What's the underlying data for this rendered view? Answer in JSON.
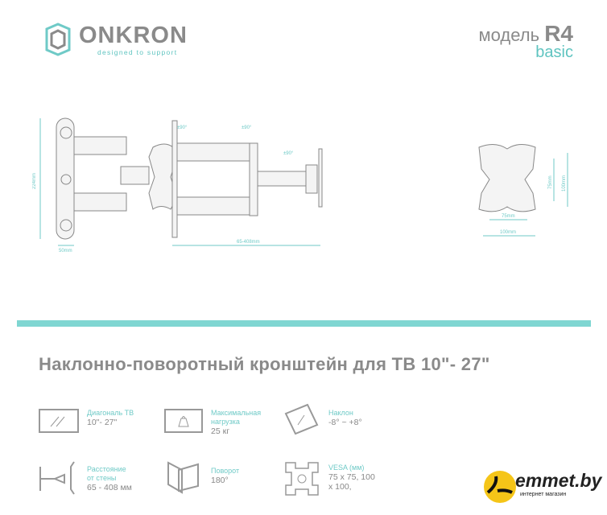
{
  "header": {
    "brand": "ONKRON",
    "tagline": "designed to support",
    "model_label": "модель",
    "model_name": "R4",
    "model_variant": "basic"
  },
  "drawings": {
    "height_dim": "224mm",
    "depth_dim": "50mm",
    "extension_dim": "65-408mm",
    "swivel_labels": [
      "±90°",
      "±90°",
      "±90°"
    ],
    "vesa_small": "75mm",
    "vesa_large": "100mm",
    "vesa_small_v": "75mm",
    "vesa_large_v": "100mm"
  },
  "title": "Наклонно-поворотный кронштейн для ТВ 10\"- 27\"",
  "specs": [
    {
      "label": "Диагональ ТВ",
      "value": "10\"- 27\"",
      "icon": "tv-diagonal-icon"
    },
    {
      "label": "Максимальная нагрузка",
      "value": "25 кг",
      "icon": "weight-icon"
    },
    {
      "label": "Наклон",
      "value": "-8° ~ +8°",
      "icon": "tilt-icon"
    },
    {
      "label": "Расстояние от стены",
      "value": "65 - 408 мм",
      "icon": "wall-distance-icon"
    },
    {
      "label": "Поворот",
      "value": "180°",
      "icon": "swivel-icon"
    },
    {
      "label": "VESA (мм)",
      "value": "75 x 75, 100 x 100,",
      "icon": "vesa-icon"
    }
  ],
  "store": {
    "name": "emmet.by",
    "subtitle": "интернет магазин"
  },
  "colors": {
    "accent": "#7fd6d2",
    "text": "#8a8a8a"
  }
}
